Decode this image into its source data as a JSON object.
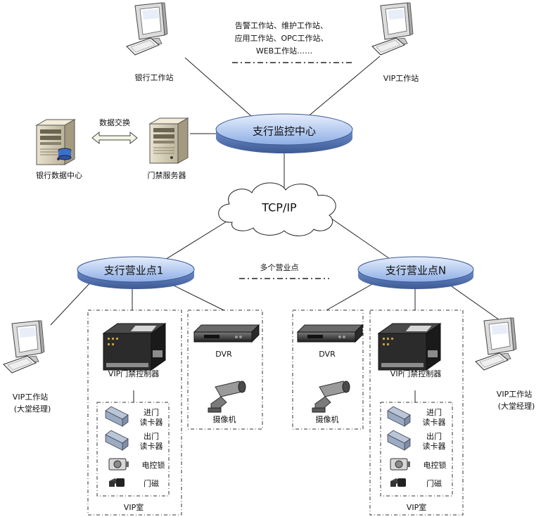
{
  "top": {
    "bank_workstation": "银行工作站",
    "vip_workstation": "VIP工作站",
    "other_workstations_line1": "告警工作站、维护工作站、",
    "other_workstations_line2": "应用工作站、OPC工作站、",
    "other_workstations_line3": "WEB工作站……"
  },
  "left": {
    "bank_data_center": "银行数据中心",
    "access_server": "门禁服务器",
    "data_exchange": "数据交换"
  },
  "center": {
    "monitor_center": "支行监控中心",
    "network": "TCP/IP",
    "multiple_points": "多个营业点"
  },
  "branch1": {
    "name": "支行营业点1",
    "controller": "VIP门禁控制器",
    "entry_reader": [
      "进门",
      "读卡器"
    ],
    "exit_reader": [
      "出门",
      "读卡器"
    ],
    "lock": "电控锁",
    "door_sensor": "门磁",
    "room": "VIP室",
    "dvr": "DVR",
    "camera": "摄像机",
    "workstation": "VIP工作站",
    "workstation_sub": "(大堂经理)"
  },
  "branchN": {
    "name": "支行营业点N",
    "controller": "VIP门禁控制器",
    "entry_reader": [
      "进门",
      "读卡器"
    ],
    "exit_reader": [
      "出门",
      "读卡器"
    ],
    "lock": "电控锁",
    "door_sensor": "门磁",
    "room": "VIP室",
    "dvr": "DVR",
    "camera": "摄像机",
    "workstation": "VIP工作站",
    "workstation_sub": "(大堂经理)"
  }
}
